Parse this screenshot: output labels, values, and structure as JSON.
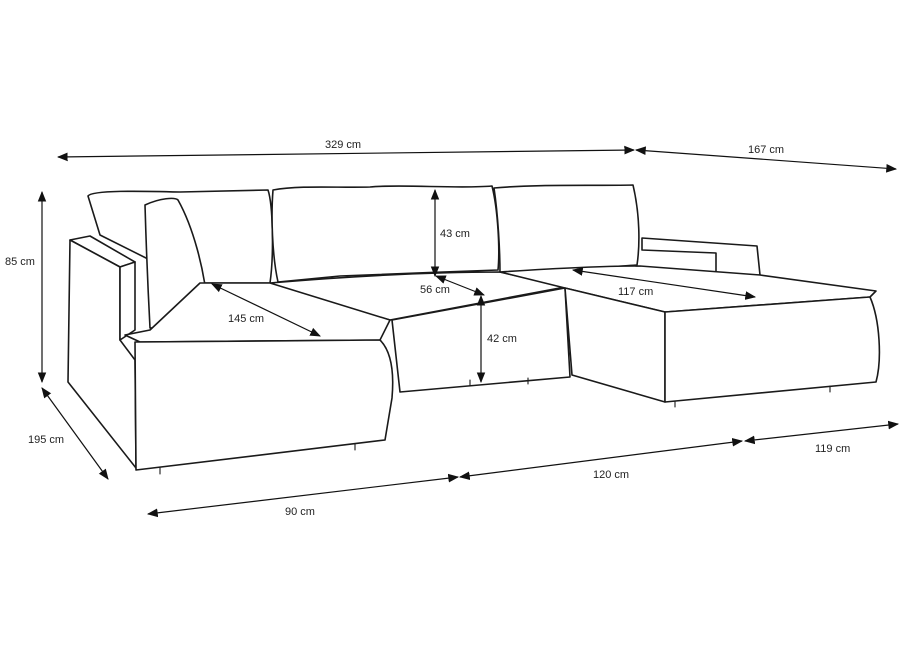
{
  "dimensions": {
    "total_width": "329 cm",
    "chaise_depth": "167 cm",
    "height": "85 cm",
    "depth": "195 cm",
    "back_cushion_height": "43 cm",
    "seat_depth": "56 cm",
    "right_chaise_length": "117 cm",
    "left_chaise_length": "145 cm",
    "seat_height": "42 cm",
    "left_section": "90 cm",
    "middle_section": "120 cm",
    "right_section": "119 cm"
  },
  "colors": {
    "line": "#1a1a1a",
    "background": "#ffffff"
  }
}
